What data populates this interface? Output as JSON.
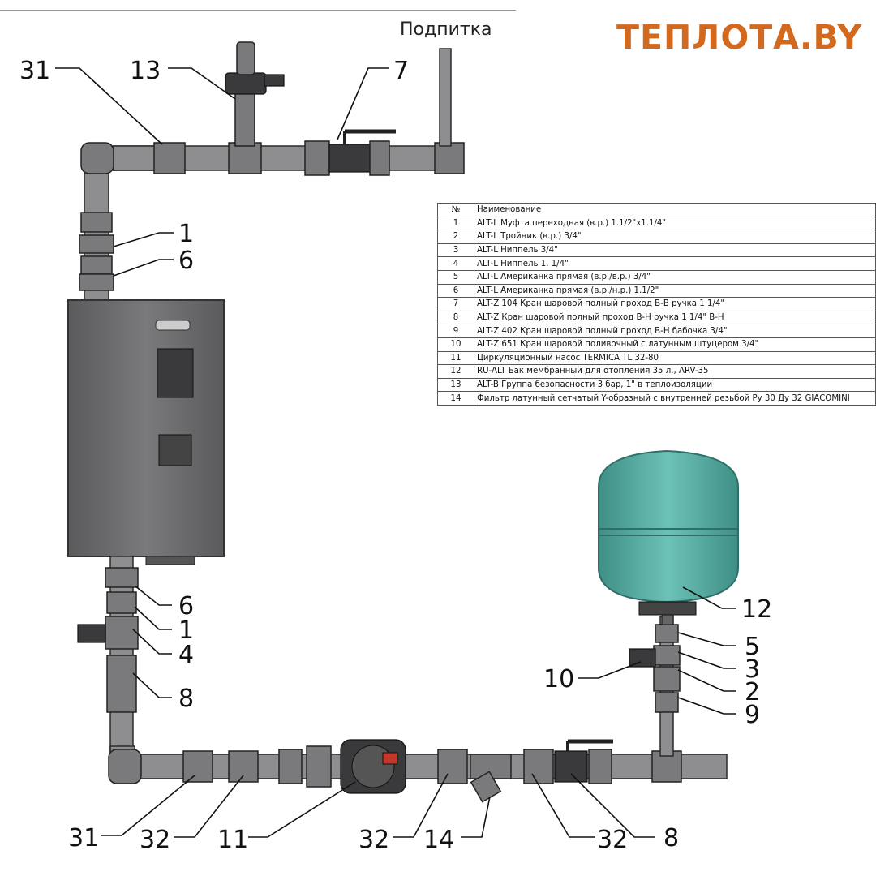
{
  "brand": "ТЕПЛОТА.BY",
  "feed_label": "Подпитка",
  "callouts": {
    "c31_top": "31",
    "c13": "13",
    "c7": "7",
    "c1_top": "1",
    "c6_top": "6",
    "c6_low": "6",
    "c1_low": "1",
    "c4": "4",
    "c8_left": "8",
    "c12": "12",
    "c5": "5",
    "c3": "3",
    "c10": "10",
    "c2": "2",
    "c9": "9",
    "c31_bot": "31",
    "c32_a": "32",
    "c11": "11",
    "c32_b": "32",
    "c14": "14",
    "c32_c": "32",
    "c8_bot": "8"
  },
  "parts_table": {
    "header": {
      "num": "№",
      "name": "Наименование"
    },
    "rows": [
      {
        "num": "1",
        "name": "ALT-L Муфта переходная (в.р.) 1.1/2\"х1.1/4\""
      },
      {
        "num": "2",
        "name": "ALT-L Тройник (в.р.) 3/4\""
      },
      {
        "num": "3",
        "name": "ALT-L Ниппель 3/4\""
      },
      {
        "num": "4",
        "name": "ALT-L Ниппель 1. 1/4\""
      },
      {
        "num": "5",
        "name": "ALT-L Американка прямая (в.р./в.р.) 3/4\""
      },
      {
        "num": "6",
        "name": "ALT-L Американка прямая (в.р./н.р.) 1.1/2\""
      },
      {
        "num": "7",
        "name": "ALT-Z 104 Кран шаровой полный проход В-В ручка 1 1/4\""
      },
      {
        "num": "8",
        "name": "ALT-Z Кран шаровой полный проход В-Н ручка 1 1/4\" В-Н"
      },
      {
        "num": "9",
        "name": "ALT-Z 402 Кран шаровой полный проход В-Н бабочка 3/4\""
      },
      {
        "num": "10",
        "name": "ALT-Z 651 Кран шаровой поливочный с латунным штуцером 3/4\""
      },
      {
        "num": "11",
        "name": "Циркуляционный насос TERMICA TL 32-80"
      },
      {
        "num": "12",
        "name": "RU-ALT Бак мембранный для отопления 35 л., ARV-35"
      },
      {
        "num": "13",
        "name": "ALT-B Группа безопасности 3 бар, 1\" в теплоизоляции"
      },
      {
        "num": "14",
        "name": "Фильтр латунный сетчатый Y-образный с внутренней резьбой Ру 30 Ду 32 GIACOMINI"
      }
    ]
  },
  "colors": {
    "brand": "#d2691e",
    "boiler": "#6e6e70",
    "pipe": "#8e8e90",
    "tank": "#5fb3a8"
  }
}
